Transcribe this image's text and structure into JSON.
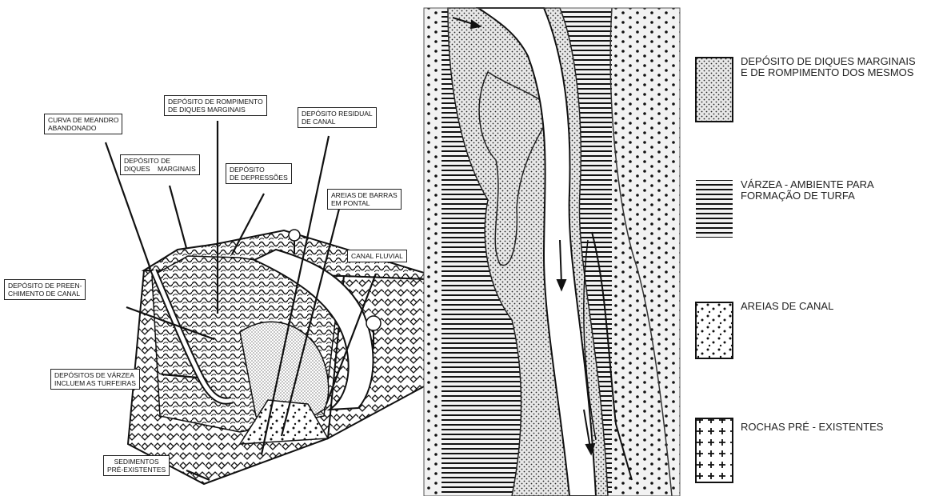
{
  "block_diagram": {
    "labels": {
      "meandro": "CURVA DE MEANDRO\nABANDONADO",
      "diques": "DEPÓSITO DE\nDIQUES    MARGINAIS",
      "rompimento": "DEPÓSITO DE ROMPIMENTO\nDE DIQUES MARGINAIS",
      "residual": "DEPÓSITO RESIDUAL\nDE CANAL",
      "depressoes": "DEPÓSITO\nDE DEPRESSÕES",
      "barras": "AREIAS DE BARRAS\nEM PONTAL",
      "canal_fluvial": "CANAL FLUVIAL",
      "preenchimento": "DEPÓSITO DE PREEN-\nCHIMENTO DE CANAL",
      "varzea": "DEPÓSITOS DE VÁRZEA\nINCLUEM AS TURFEIRAS",
      "sedimentos": "SEDIMENTOS\nPRÉ-EXISTENTES"
    }
  },
  "legend": {
    "items": [
      {
        "label": "DEPÓSITO DE DIQUES MARGINAIS\nE DE ROMPIMENTO DOS MESMOS",
        "pattern": "stipple"
      },
      {
        "label": "VÁRZEA - AMBIENTE PARA\nFORMAÇÃO DE TURFA",
        "pattern": "horizontal-lines"
      },
      {
        "label": "AREIAS DE CANAL",
        "pattern": "dots"
      },
      {
        "label": "ROCHAS PRÉ - EXISTENTES",
        "pattern": "crosses"
      }
    ]
  },
  "colors": {
    "ink": "#1a1a1a",
    "background": "#ffffff",
    "map_paper": "#f2f2f2"
  }
}
